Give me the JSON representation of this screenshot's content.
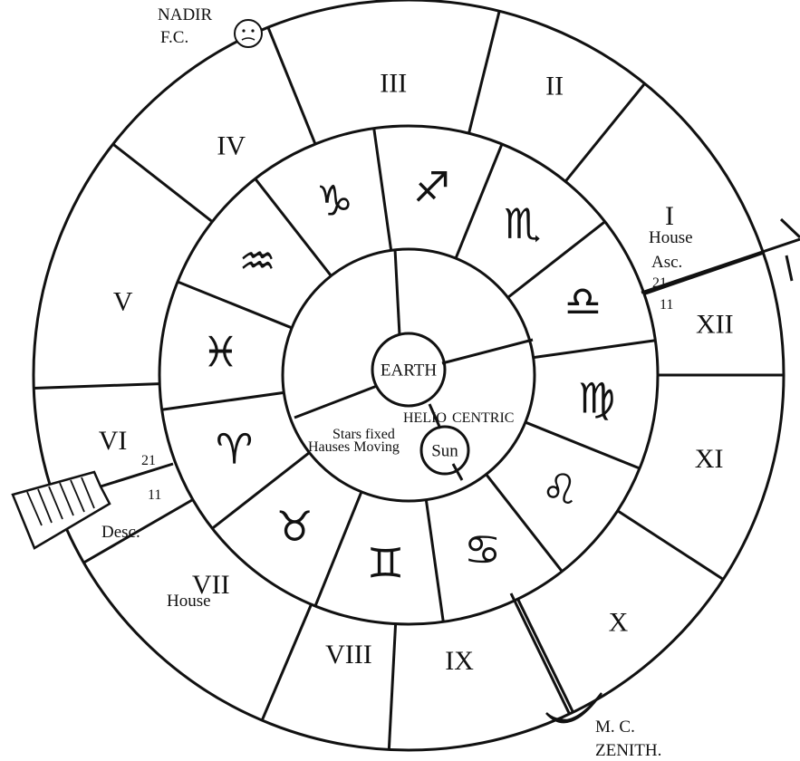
{
  "houses": [
    {
      "id": "I",
      "label": "I"
    },
    {
      "id": "II",
      "label": "II"
    },
    {
      "id": "III",
      "label": "III"
    },
    {
      "id": "IV",
      "label": "IV"
    },
    {
      "id": "V",
      "label": "V"
    },
    {
      "id": "VI",
      "label": "VI"
    },
    {
      "id": "VII",
      "label": "VII"
    },
    {
      "id": "VIII",
      "label": "VIII"
    },
    {
      "id": "IX",
      "label": "IX"
    },
    {
      "id": "X",
      "label": "X"
    },
    {
      "id": "XI",
      "label": "XI"
    },
    {
      "id": "XII",
      "label": "XII"
    }
  ],
  "signs": [
    {
      "name": "capricorn",
      "glyph": "♑"
    },
    {
      "name": "sagittarius",
      "glyph": "♐"
    },
    {
      "name": "scorpio",
      "glyph": "♏"
    },
    {
      "name": "libra",
      "glyph": "♎"
    },
    {
      "name": "virgo",
      "glyph": "♍"
    },
    {
      "name": "leo",
      "glyph": "♌"
    },
    {
      "name": "cancer",
      "glyph": "♋"
    },
    {
      "name": "gemini",
      "glyph": "♊"
    },
    {
      "name": "taurus",
      "glyph": "♉"
    },
    {
      "name": "aries",
      "glyph": "♈"
    },
    {
      "name": "pisces",
      "glyph": "♓"
    },
    {
      "name": "aquarius",
      "glyph": "♒"
    }
  ],
  "labels": {
    "nadir": "NADIR",
    "fc": "F.C.",
    "house_top": "House",
    "asc": "Asc.",
    "asc_deg": "21",
    "asc_min": "11",
    "desc": "Desc.",
    "desc_deg": "21",
    "desc_min": "11",
    "house_bottom": "House",
    "mc": "M. C.",
    "zenith": "ZENITH."
  },
  "center": {
    "earth": "EARTH",
    "helio": "HELIO",
    "centric": "CENTRIC",
    "stars_fixed": "Stars fixed",
    "hauses_moving": "Hauses Moving",
    "sun": "Sun"
  }
}
